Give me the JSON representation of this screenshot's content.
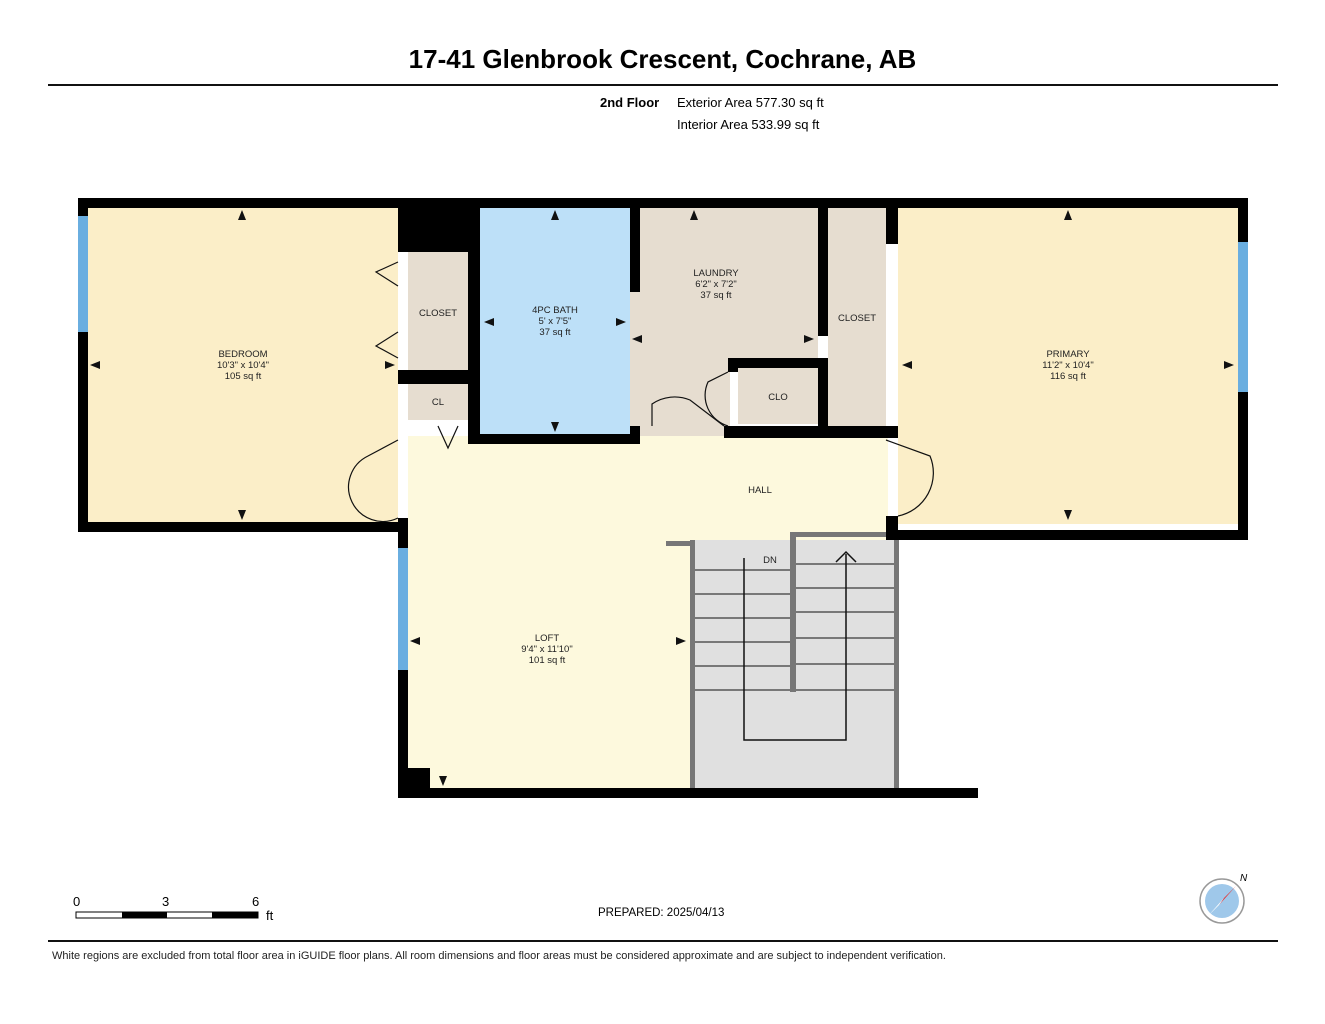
{
  "header": {
    "title": "17-41 Glenbrook Crescent, Cochrane, AB",
    "floor_label": "2nd Floor",
    "exterior_area": "Exterior Area 577.30 sq ft",
    "interior_area": "Interior Area 533.99 sq ft"
  },
  "rooms": {
    "bedroom": {
      "name": "BEDROOM",
      "dims": "10'3\" x 10'4\"",
      "area": "105 sq ft"
    },
    "closet_left": {
      "name": "CLOSET"
    },
    "cl": {
      "name": "CL"
    },
    "bath": {
      "name": "4PC BATH",
      "dims": "5' x 7'5\"",
      "area": "37 sq ft"
    },
    "laundry": {
      "name": "LAUNDRY",
      "dims": "6'2\" x 7'2\"",
      "area": "37 sq ft"
    },
    "clo": {
      "name": "CLO"
    },
    "closet_right": {
      "name": "CLOSET"
    },
    "primary": {
      "name": "PRIMARY",
      "dims": "11'2\" x 10'4\"",
      "area": "116 sq ft"
    },
    "hall": {
      "name": "HALL"
    },
    "loft": {
      "name": "LOFT",
      "dims": "9'4\" x 11'10\"",
      "area": "101 sq ft"
    },
    "stairs": {
      "name": "DN"
    }
  },
  "scale": {
    "ticks": [
      "0",
      "3",
      "6"
    ],
    "unit": "ft"
  },
  "compass": {
    "label": "N",
    "accent": "#e53030",
    "ring": "#9fc8ea"
  },
  "colors": {
    "bedroom": "#fbeec8",
    "bath": "#bde0f8",
    "closet": "#e6ddd0",
    "laundry": "#e6ddd0",
    "hall": "#fdf9dd",
    "stairs": "#e0e0e0",
    "window": "#6aaee0",
    "wall": "#000000"
  },
  "prepared": "PREPARED: 2025/04/13",
  "footer": "White regions are excluded from total floor area in iGUIDE floor plans. All room dimensions and floor areas must be considered approximate and are subject to independent verification."
}
